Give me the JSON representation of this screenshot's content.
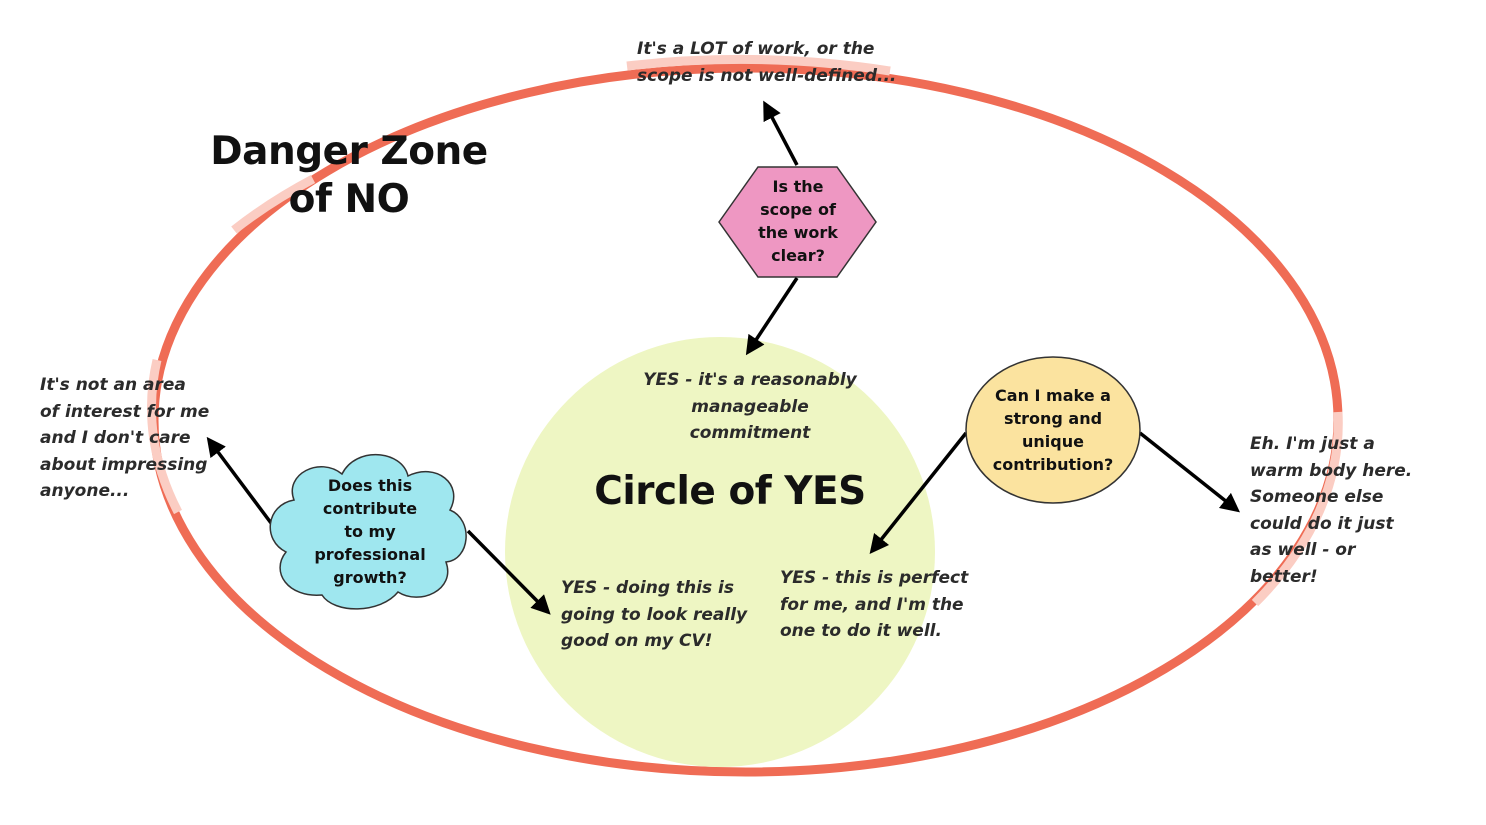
{
  "titles": {
    "danger_zone_line1": "Danger Zone",
    "danger_zone_line2": "of NO",
    "circle_of_yes": "Circle of YES"
  },
  "questions": {
    "scope": [
      "Is the",
      "scope of",
      "the work",
      "clear?"
    ],
    "growth": [
      "Does this",
      "contribute",
      "to my",
      "professional",
      "growth?"
    ],
    "contribution": [
      "Can I make a",
      "strong and",
      "unique",
      "contribution?"
    ]
  },
  "outcomes": {
    "scope_no": [
      "It's a LOT of work, or the",
      "scope is not well-defined..."
    ],
    "scope_yes": [
      "YES - it's a reasonably",
      "manageable commitment"
    ],
    "growth_no": [
      "It's not an area",
      "of interest for me",
      "and I don't care",
      "about impressing",
      "anyone..."
    ],
    "growth_yes": [
      "YES - doing this is",
      "going to look really",
      "good on my CV!"
    ],
    "contribution_yes": [
      "YES - this is perfect",
      "for me, and I'm the",
      "one to do it well."
    ],
    "contribution_no": [
      "Eh. I'm just a",
      "warm body here.",
      "Someone else",
      "could do it just",
      "as well - or",
      "better!"
    ]
  },
  "colors": {
    "ring": "#ef6c55",
    "ring_light": "#fbcdc3",
    "yes_circle": "#eef6c3",
    "hexagon": "#ee97c2",
    "cloud": "#9fe7ef",
    "contribution_circle": "#fbe39f",
    "arrow": "#000000"
  }
}
